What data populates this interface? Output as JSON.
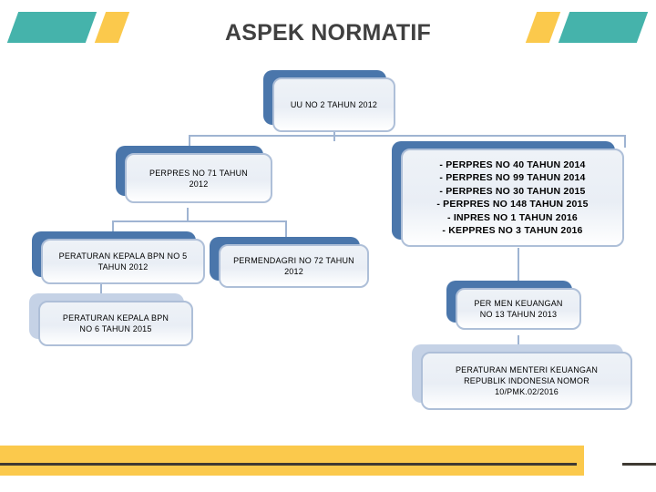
{
  "slide": {
    "title": "ASPEK NORMATIF",
    "colors": {
      "teal": "#45b3ab",
      "yellow": "#fbc94c",
      "title_text": "#404040",
      "box_shadow_blue": "#4a76ab",
      "box_shadow_soft": "#c5d2e6",
      "box_border": "#aebfd8",
      "connector": "#9fb4d2",
      "footer_rule": "#3f3a33"
    }
  },
  "decorations": {
    "left_teal": "teal-parallelogram",
    "left_yellow": "yellow-parallelogram",
    "right_yellow": "yellow-parallelogram",
    "right_teal": "teal-parallelogram",
    "footer_bar": "yellow-bar",
    "footer_rule": "dark-rule",
    "footer_rule_right": "dark-rule-segment"
  },
  "nodes": {
    "uu": {
      "lines": [
        "UU NO 2 TAHUN 2012"
      ]
    },
    "perpres71": {
      "lines": [
        "PERPRES NO 71 TAHUN",
        "2012"
      ]
    },
    "perpres_list": {
      "lines": [
        "- PERPRES NO 40 TAHUN 2014",
        "- PERPRES NO 99 TAHUN 2014",
        "- PERPRES NO 30 TAHUN 2015",
        "- PERPRES NO 148 TAHUN 2015",
        "- INPRES NO 1 TAHUN 2016",
        "- KEPPRES NO 3 TAHUN 2016"
      ]
    },
    "bpn5": {
      "lines": [
        "PERATURAN KEPALA BPN NO 5",
        "TAHUN 2012"
      ]
    },
    "permendagri72": {
      "lines": [
        "PERMENDAGRI NO 72 TAHUN",
        "2012"
      ]
    },
    "bpn6": {
      "lines": [
        "PERATURAN KEPALA  BPN",
        "NO 6 TAHUN 2015"
      ]
    },
    "permenkeu13": {
      "lines": [
        "PER MEN KEUANGAN",
        "NO  13 TAHUN 2013"
      ]
    },
    "permenkeu_pmk": {
      "lines": [
        "PERATURAN MENTERI KEUANGAN",
        "REPUBLIK INDONESIA  NOMOR",
        "10/PMK.02/2016"
      ]
    }
  }
}
